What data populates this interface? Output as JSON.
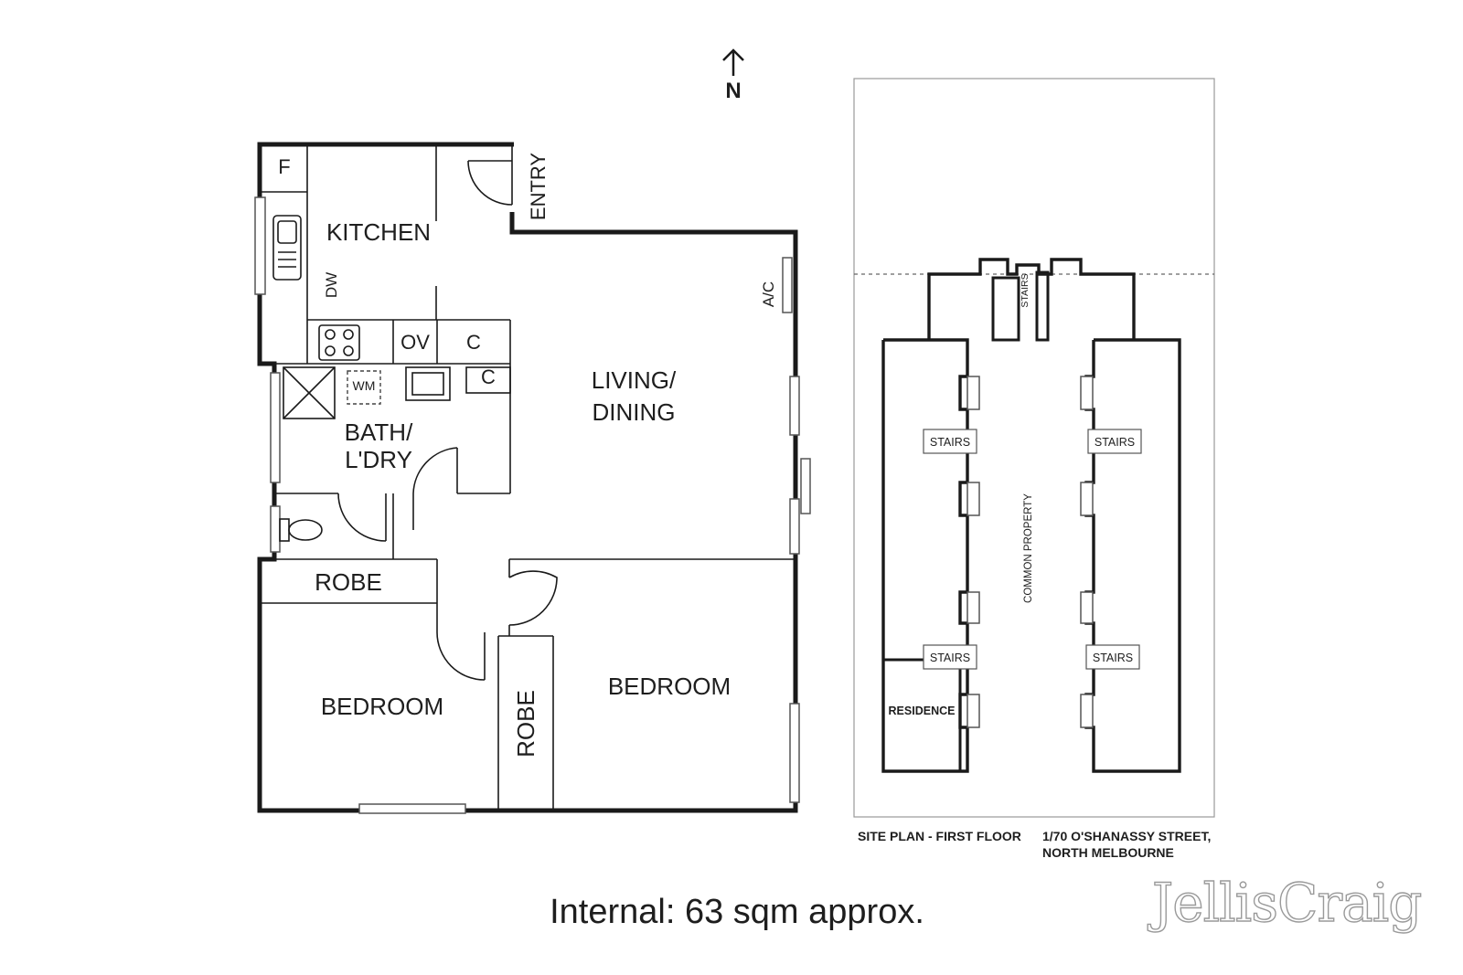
{
  "compass": {
    "label": "N"
  },
  "floor_plan": {
    "rooms": {
      "fridge": "F",
      "kitchen": "KITCHEN",
      "entry": "ENTRY",
      "dishwasher": "DW",
      "oven": "OV",
      "cupboard_1": "C",
      "cupboard_2": "C",
      "washing_machine": "WM",
      "air_con": "A/C",
      "living_line1": "LIVING/",
      "living_line2": "DINING",
      "bath_line1": "BATH/",
      "bath_line2": "L'DRY",
      "robe_1": "ROBE",
      "robe_2": "ROBE",
      "bedroom_1": "BEDROOM",
      "bedroom_2": "BEDROOM"
    },
    "internal_area": "Internal: 63 sqm approx."
  },
  "site_plan": {
    "stairs_top": "STAIRS",
    "stairs_left_1": "STAIRS",
    "stairs_right_1": "STAIRS",
    "stairs_left_2": "STAIRS",
    "stairs_right_2": "STAIRS",
    "common_property": "COMMON PROPERTY",
    "residence": "RESIDENCE",
    "caption": "SITE PLAN - FIRST FLOOR",
    "address_line1": "1/70 O'SHANASSY STREET,",
    "address_line2": "NORTH MELBOURNE"
  },
  "branding": {
    "logo_text": "JellisCraig"
  }
}
